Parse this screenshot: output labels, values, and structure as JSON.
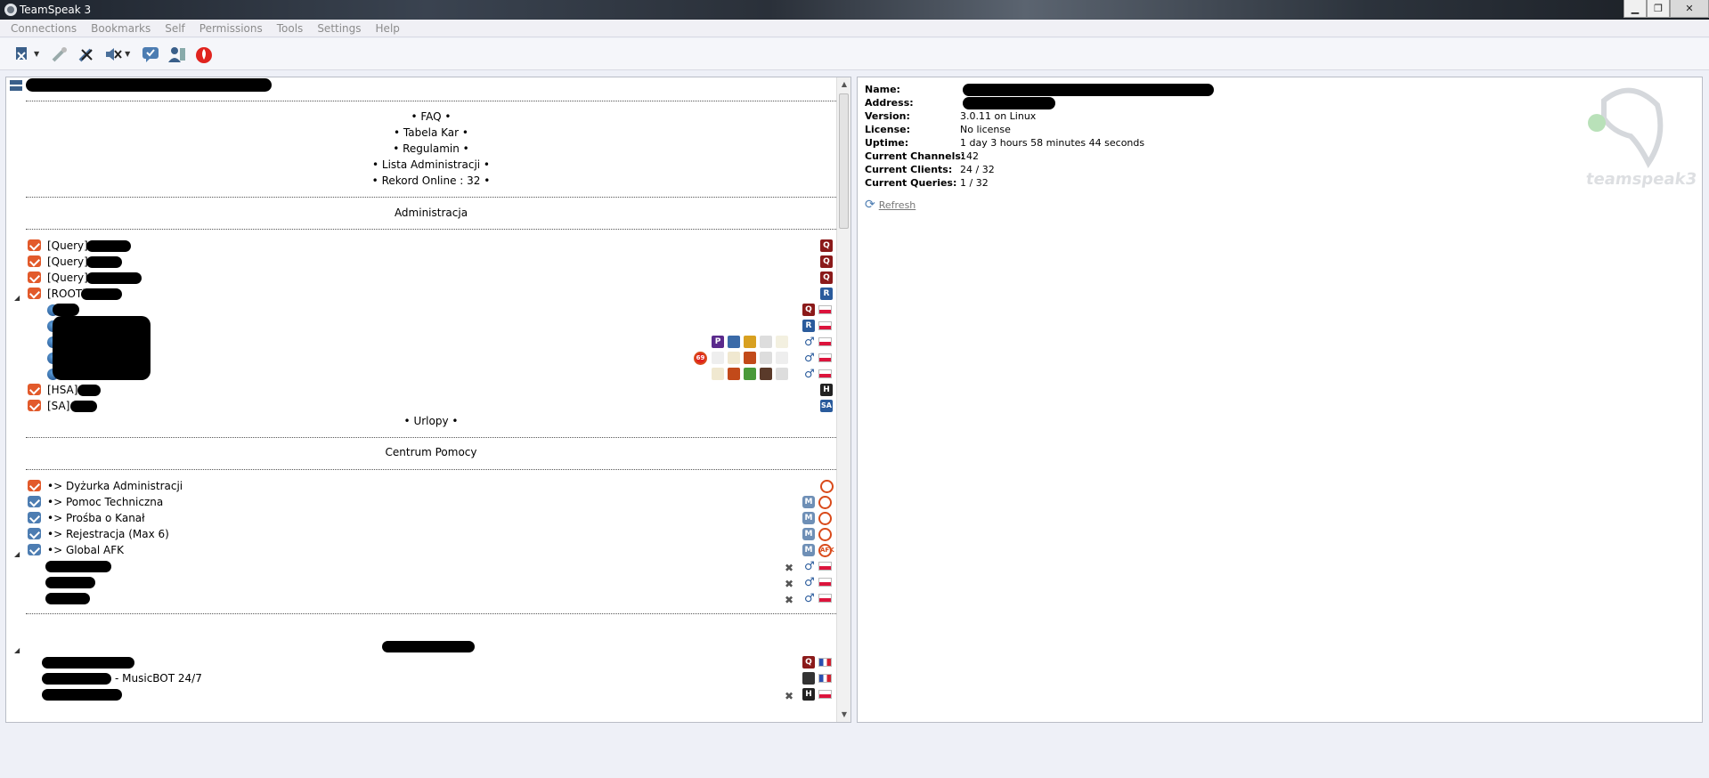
{
  "window": {
    "title": "TeamSpeak 3"
  },
  "menu": [
    "Connections",
    "Bookmarks",
    "Self",
    "Permissions",
    "Tools",
    "Settings",
    "Help"
  ],
  "toolbar": {
    "icons": [
      "disconnect-icon",
      "away-icon",
      "microphone-mute-icon",
      "speaker-mute-icon",
      "chat-icon",
      "contacts-icon",
      "fire-icon"
    ]
  },
  "tree": {
    "links": [
      "• FAQ •",
      "• Tabela Kar •",
      "• Regulamin •",
      "• Lista Administracji •",
      "• Rekord Online : 32 •"
    ],
    "admin_header": "Administracja",
    "admin_channels": [
      "[Query]",
      "[Query]",
      "[Query]",
      "[ROOT]"
    ],
    "hsa": "[HSA]",
    "sa": "[SA]",
    "urlopy": "• Urlopy •",
    "help_header": "Centrum Pomocy",
    "help_channels": [
      "•> Dyżurka Administracji",
      "•> Pomoc Techniczna",
      "•> Prośba o Kanał",
      "•> Rejestracja (Max 6)",
      "•> Global AFK"
    ],
    "musicbot": "- MusicBOT 24/7",
    "badges": {
      "q": "Q",
      "r": "R",
      "h": "H",
      "sa": "SA",
      "m": "M",
      "p": "P",
      "num": "69",
      "afk": "AFK"
    }
  },
  "info": {
    "rows": [
      {
        "label": "Name:",
        "value": ""
      },
      {
        "label": "Address:",
        "value": ""
      },
      {
        "label": "Version:",
        "value": "3.0.11 on Linux"
      },
      {
        "label": "License:",
        "value": "No license"
      },
      {
        "label": "Uptime:",
        "value": "1 day 3 hours 58 minutes 44 seconds"
      },
      {
        "label": "Current Channels:",
        "value": "142"
      },
      {
        "label": "Current Clients:",
        "value": "24 / 32"
      },
      {
        "label": "Current Queries:",
        "value": "1 / 32"
      }
    ],
    "refresh": "Refresh",
    "watermark": "teamspeak3"
  },
  "colors": {
    "accent_red": "#e25a2b",
    "accent_blue": "#4d7db2"
  }
}
